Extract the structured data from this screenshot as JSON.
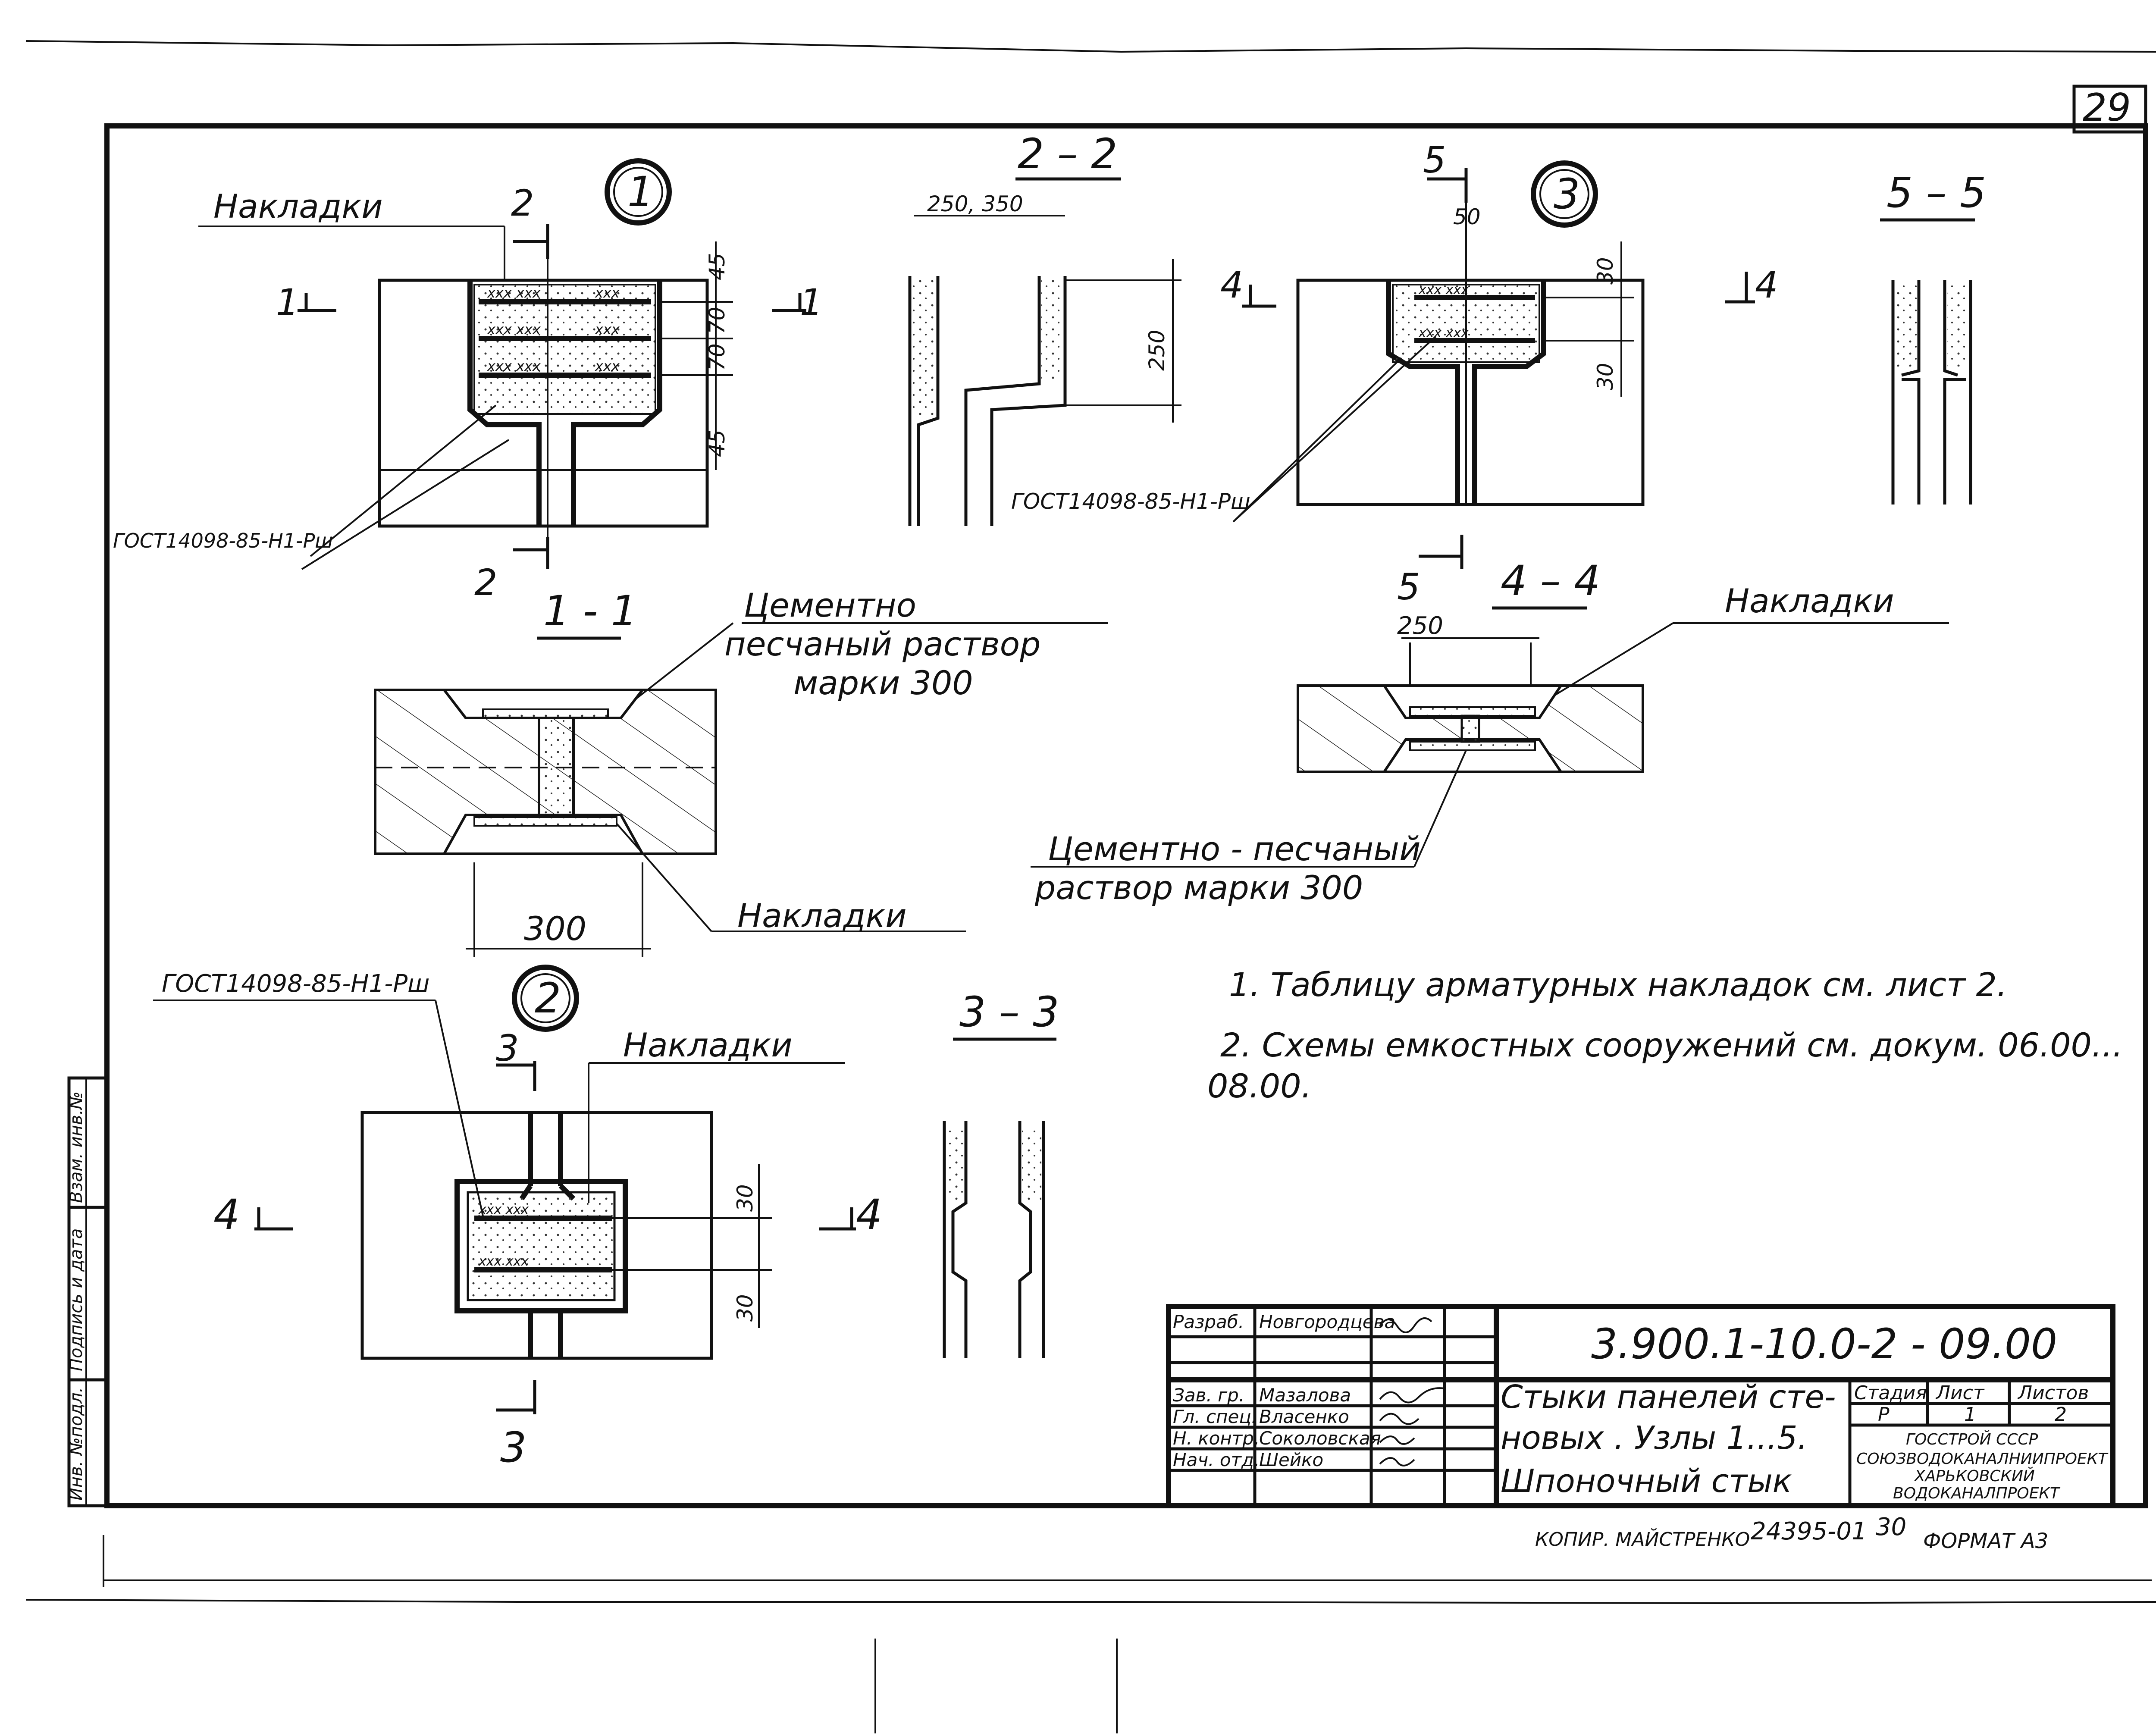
{
  "sheet": {
    "page_number": "29",
    "format_label": "ФОРМАТ А3",
    "copy_note": "КОПИР. МАЙСТРЕНКО",
    "archive_number": "24395-01",
    "archive_page": "30"
  },
  "details": {
    "node1": {
      "number": "1",
      "label_overlays": "Накладки",
      "gost": "ГОСТ14098-85-Н1-Рш",
      "cut_left": "1",
      "cut_right": "1",
      "cut_top": "2",
      "cut_bottom": "2",
      "dims": [
        "45",
        "70",
        "70",
        "45"
      ]
    },
    "node2": {
      "number": "2",
      "label_overlays": "Накладки",
      "gost": "ГОСТ14098-85-Н1-Рш",
      "cut_left": "4",
      "cut_right": "4",
      "cut_top": "3",
      "cut_bottom": "3",
      "dims": [
        "30",
        "30"
      ]
    },
    "node3": {
      "number": "3",
      "gost": "ГОСТ14098-85-Н1-Рш",
      "cut_left": "4",
      "cut_right": "4",
      "cut_top": "5",
      "dims": [
        "50",
        "30",
        "30"
      ]
    },
    "section_2_2": {
      "title": "2 – 2",
      "dim_top": "250, 350",
      "dim_side": "250"
    },
    "section_5_5": {
      "title": "5 – 5"
    },
    "section_3_3": {
      "title": "3 – 3"
    },
    "section_1_1": {
      "title": "1 - 1",
      "mortar_line1": "Цементно",
      "mortar_line2": "песчаный  раствор",
      "mortar_line3": "марки 300",
      "overlays": "Накладки",
      "dim": "300"
    },
    "section_4_4": {
      "title": "4 – 4",
      "cut_mark": "5",
      "dim": "250",
      "overlays": "Накладки",
      "mortar_line1": "Цементно - песчаный",
      "mortar_line2": "раствор  марки 300"
    }
  },
  "notes": [
    "1. Таблицу  арматурных  накладок  см. лист 2.",
    "2.  Схемы  емкостных   сооружений   см. докум. 06.00...",
    "08.00."
  ],
  "side_stamp": [
    "Инв. №подл.",
    "Подпись и дата",
    "Взам. инв.№"
  ],
  "title_block": {
    "code": "3.900.1-10.0-2   - 09.00",
    "title_lines": [
      "Стыки панелей сте-",
      "новых . Узлы  1...5.",
      "Шпоночный  стык"
    ],
    "roles": [
      {
        "role": "Разраб.",
        "name": "Новгородцева"
      },
      {
        "role": "Зав. гр.",
        "name": "Мазалова"
      },
      {
        "role": "Гл. спец.",
        "name": "Власенко"
      },
      {
        "role": "Н. контр.",
        "name": "Соколовская"
      },
      {
        "role": "Нач. отд.",
        "name": "Шейко"
      }
    ],
    "stage_header": "Стадия",
    "sheet_header": "Лист",
    "sheets_header": "Листов",
    "stage": "Р",
    "sheet": "1",
    "sheets": "2",
    "org_lines": [
      "ГОССТРОЙ СССР",
      "СОЮЗВОДОКАНАЛНИИПРОЕКТ",
      "ХАРЬКОВСКИЙ",
      "ВОДОКАНАЛПРОЕКТ"
    ]
  }
}
